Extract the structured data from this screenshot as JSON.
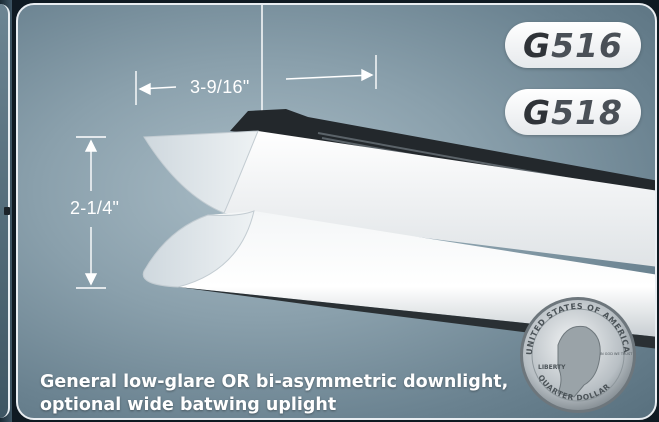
{
  "badges": {
    "first": {
      "prefix": "G",
      "number": "516"
    },
    "second": {
      "prefix": "G",
      "number": "518"
    }
  },
  "dimensions": {
    "width_label": "3-9/16\"",
    "height_label": "2-1/4\""
  },
  "caption": {
    "line1": "General low-glare OR bi-asymmetric downlight,",
    "line2": "optional wide batwing uplight"
  },
  "coin": {
    "top_text": "UNITED STATES OF AMERICA",
    "motto": "LIBERTY",
    "side_text": "IN GOD WE TRUST",
    "bottom_text": "QUARTER DOLLAR"
  },
  "colors": {
    "panel_border": "#e9eef2",
    "badge_text": "#4a5057",
    "caption_text": "#ffffff"
  },
  "icons": {
    "fixture": "linear-light-fixture-illustration",
    "coin": "quarter-coin-illustration",
    "arrows": "dimension-arrows"
  }
}
